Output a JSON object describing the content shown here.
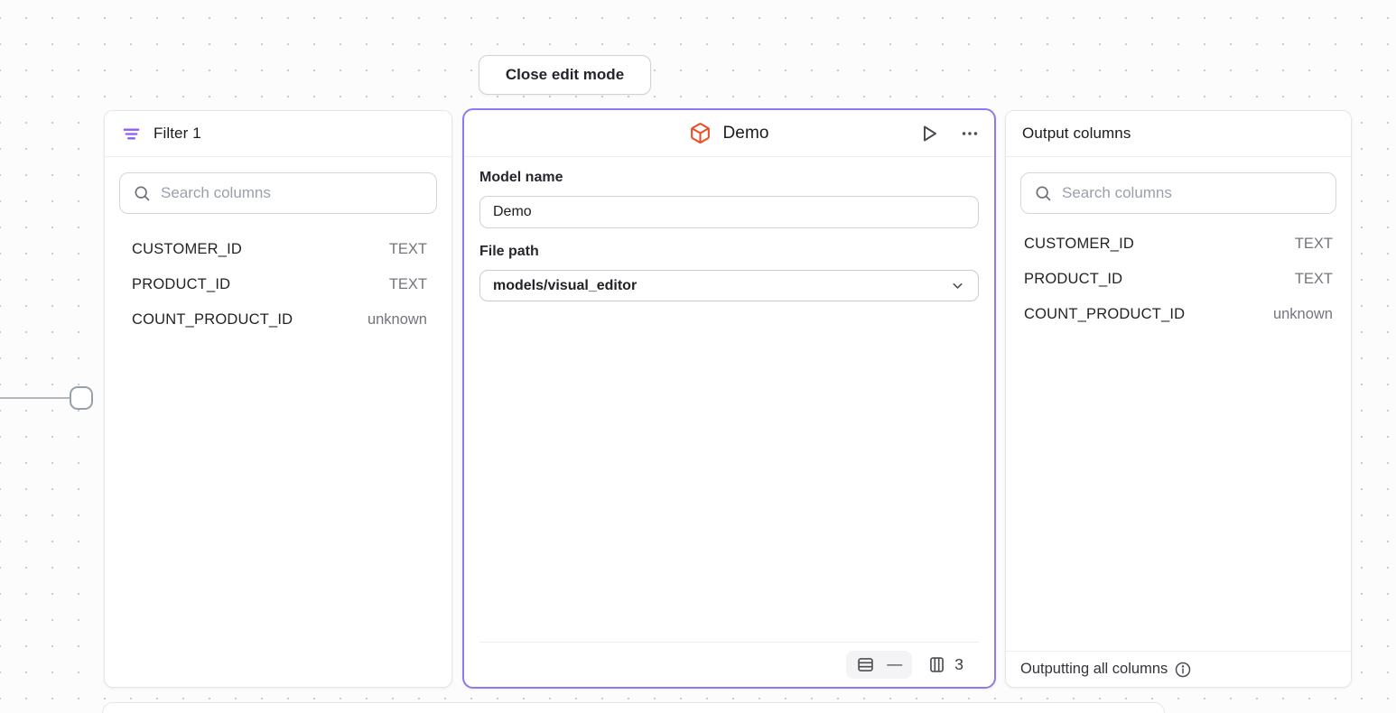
{
  "canvas": {
    "close_button_label": "Close edit mode"
  },
  "filter_panel": {
    "title": "Filter 1",
    "search_placeholder": "Search columns",
    "columns": [
      {
        "name": "CUSTOMER_ID",
        "type": "TEXT"
      },
      {
        "name": "PRODUCT_ID",
        "type": "TEXT"
      },
      {
        "name": "COUNT_PRODUCT_ID",
        "type": "unknown"
      }
    ]
  },
  "model_panel": {
    "title": "Demo",
    "model_name_label": "Model name",
    "model_name_value": "Demo",
    "file_path_label": "File path",
    "file_path_value": "models/visual_editor",
    "rows_value": "—",
    "columns_count": "3"
  },
  "output_panel": {
    "title": "Output columns",
    "search_placeholder": "Search columns",
    "columns": [
      {
        "name": "CUSTOMER_ID",
        "type": "TEXT"
      },
      {
        "name": "PRODUCT_ID",
        "type": "TEXT"
      },
      {
        "name": "COUNT_PRODUCT_ID",
        "type": "unknown"
      }
    ],
    "footer_text": "Outputting all columns"
  },
  "colors": {
    "selected_border_purple": "#8a7cf0",
    "filter_icon_purple": "#8b5cf6",
    "model_icon_orange": "#e8502c"
  }
}
